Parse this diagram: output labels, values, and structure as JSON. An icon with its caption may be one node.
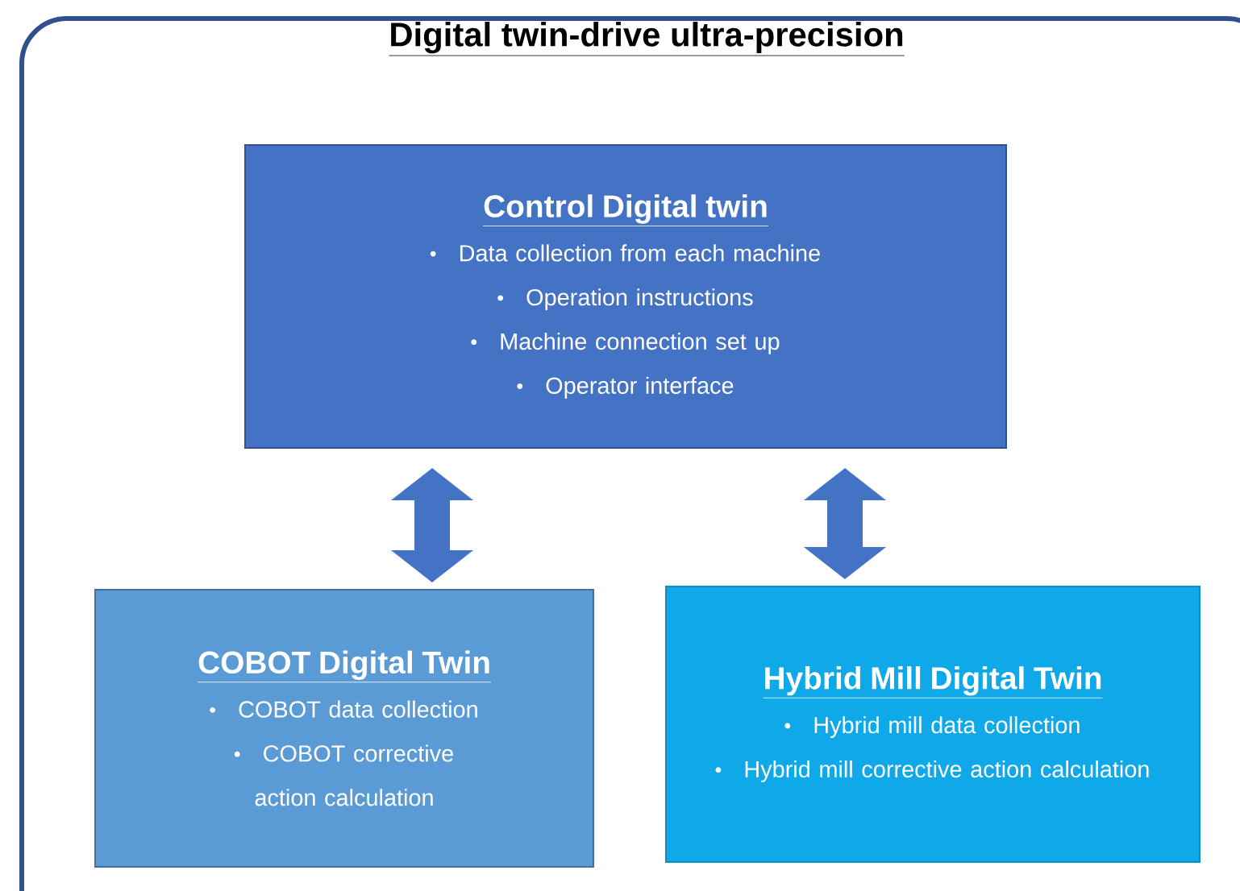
{
  "diagram": {
    "nodes": [
      {
        "text": [
          "Digital twin-drive ultra-precision"
        ]
      },
      {
        "text": [
          "Control Digital twin",
          "Data collection from each machine",
          "Operation instructions",
          "Machine connection set up",
          "Operator interface"
        ],
        "in": 0
      },
      {
        "text": [
          "COBOT Digital Twin",
          "COBOT data collection",
          "COBOT corrective action calculation"
        ],
        "in": 0
      },
      {
        "text": [
          "Hybrid Mill Digital Twin",
          "Hybrid mill data collection",
          "Hybrid mill corrective action calculation"
        ],
        "in": 0
      }
    ],
    "edges": [
      {
        "from": 1,
        "to": 2,
        "arrow": "both"
      },
      {
        "from": 1,
        "to": 3,
        "arrow": "both"
      }
    ]
  }
}
